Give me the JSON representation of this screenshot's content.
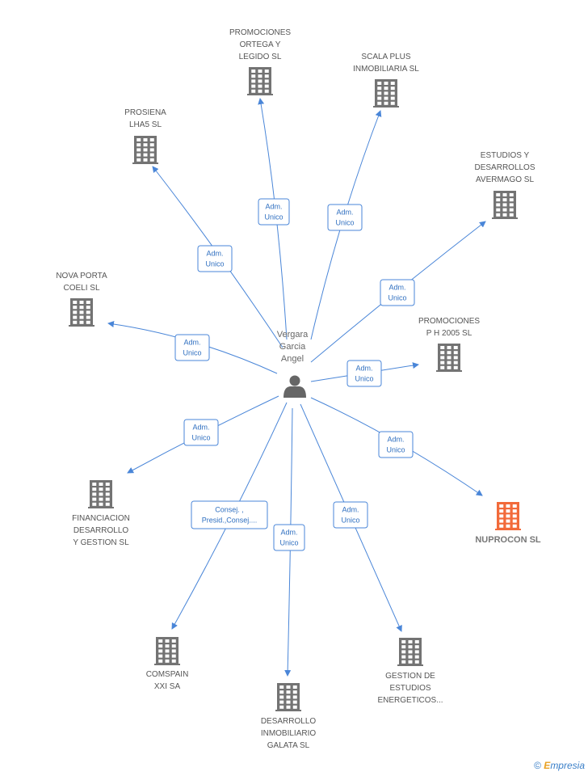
{
  "colors": {
    "edge": "#4a86d8",
    "building": "#737373",
    "highlight_building": "#f26a3a",
    "role_text": "#2f6fc0"
  },
  "person": {
    "name_lines": [
      "Vergara",
      "Garcia",
      "Angel"
    ],
    "icon": "person-icon"
  },
  "companies": [
    {
      "id": "promociones-ortega",
      "lines": [
        "PROMOCIONES",
        "ORTEGA Y",
        "LEGIDO SL"
      ],
      "highlight": false
    },
    {
      "id": "scala-plus",
      "lines": [
        "SCALA PLUS",
        "INMOBILIARIA SL"
      ],
      "highlight": false
    },
    {
      "id": "prosiena",
      "lines": [
        "PROSIENA",
        "LHA5 SL"
      ],
      "highlight": false
    },
    {
      "id": "estudios-avermago",
      "lines": [
        "ESTUDIOS Y",
        "DESARROLLOS",
        "AVERMAGO SL"
      ],
      "highlight": false
    },
    {
      "id": "nova-porta",
      "lines": [
        "NOVA PORTA",
        "COELI SL"
      ],
      "highlight": false
    },
    {
      "id": "promociones-ph",
      "lines": [
        "PROMOCIONES",
        "P H 2005 SL"
      ],
      "highlight": false
    },
    {
      "id": "financiacion",
      "lines": [
        "FINANCIACION",
        "DESARROLLO",
        "Y GESTION SL"
      ],
      "highlight": false
    },
    {
      "id": "nuprocon",
      "lines": [
        "NUPROCON SL"
      ],
      "highlight": true
    },
    {
      "id": "comspain",
      "lines": [
        "COMSPAIN",
        "XXI SA"
      ],
      "highlight": false
    },
    {
      "id": "galata",
      "lines": [
        "DESARROLLO",
        "INMOBILIARIO",
        "GALATA SL"
      ],
      "highlight": false
    },
    {
      "id": "gestion-estudios",
      "lines": [
        "GESTION DE",
        "ESTUDIOS",
        "ENERGETICOS..."
      ],
      "highlight": false
    }
  ],
  "relations": [
    {
      "target": "promociones-ortega",
      "role_lines": [
        "Adm.",
        "Unico"
      ]
    },
    {
      "target": "scala-plus",
      "role_lines": [
        "Adm.",
        "Unico"
      ]
    },
    {
      "target": "prosiena",
      "role_lines": [
        "Adm.",
        "Unico"
      ]
    },
    {
      "target": "estudios-avermago",
      "role_lines": [
        "Adm.",
        "Unico"
      ]
    },
    {
      "target": "nova-porta",
      "role_lines": [
        "Adm.",
        "Unico"
      ]
    },
    {
      "target": "promociones-ph",
      "role_lines": [
        "Adm.",
        "Unico"
      ]
    },
    {
      "target": "financiacion",
      "role_lines": [
        "Adm.",
        "Unico"
      ]
    },
    {
      "target": "nuprocon",
      "role_lines": [
        "Adm.",
        "Unico"
      ]
    },
    {
      "target": "comspain",
      "role_lines": [
        "Consej. ,",
        "Presid.,Consej...."
      ]
    },
    {
      "target": "galata",
      "role_lines": [
        "Adm.",
        "Unico"
      ]
    },
    {
      "target": "gestion-estudios",
      "role_lines": [
        "Adm.",
        "Unico"
      ]
    }
  ],
  "footer": {
    "copyright": "©",
    "brand_initial": "E",
    "brand_rest": "mpresia"
  }
}
